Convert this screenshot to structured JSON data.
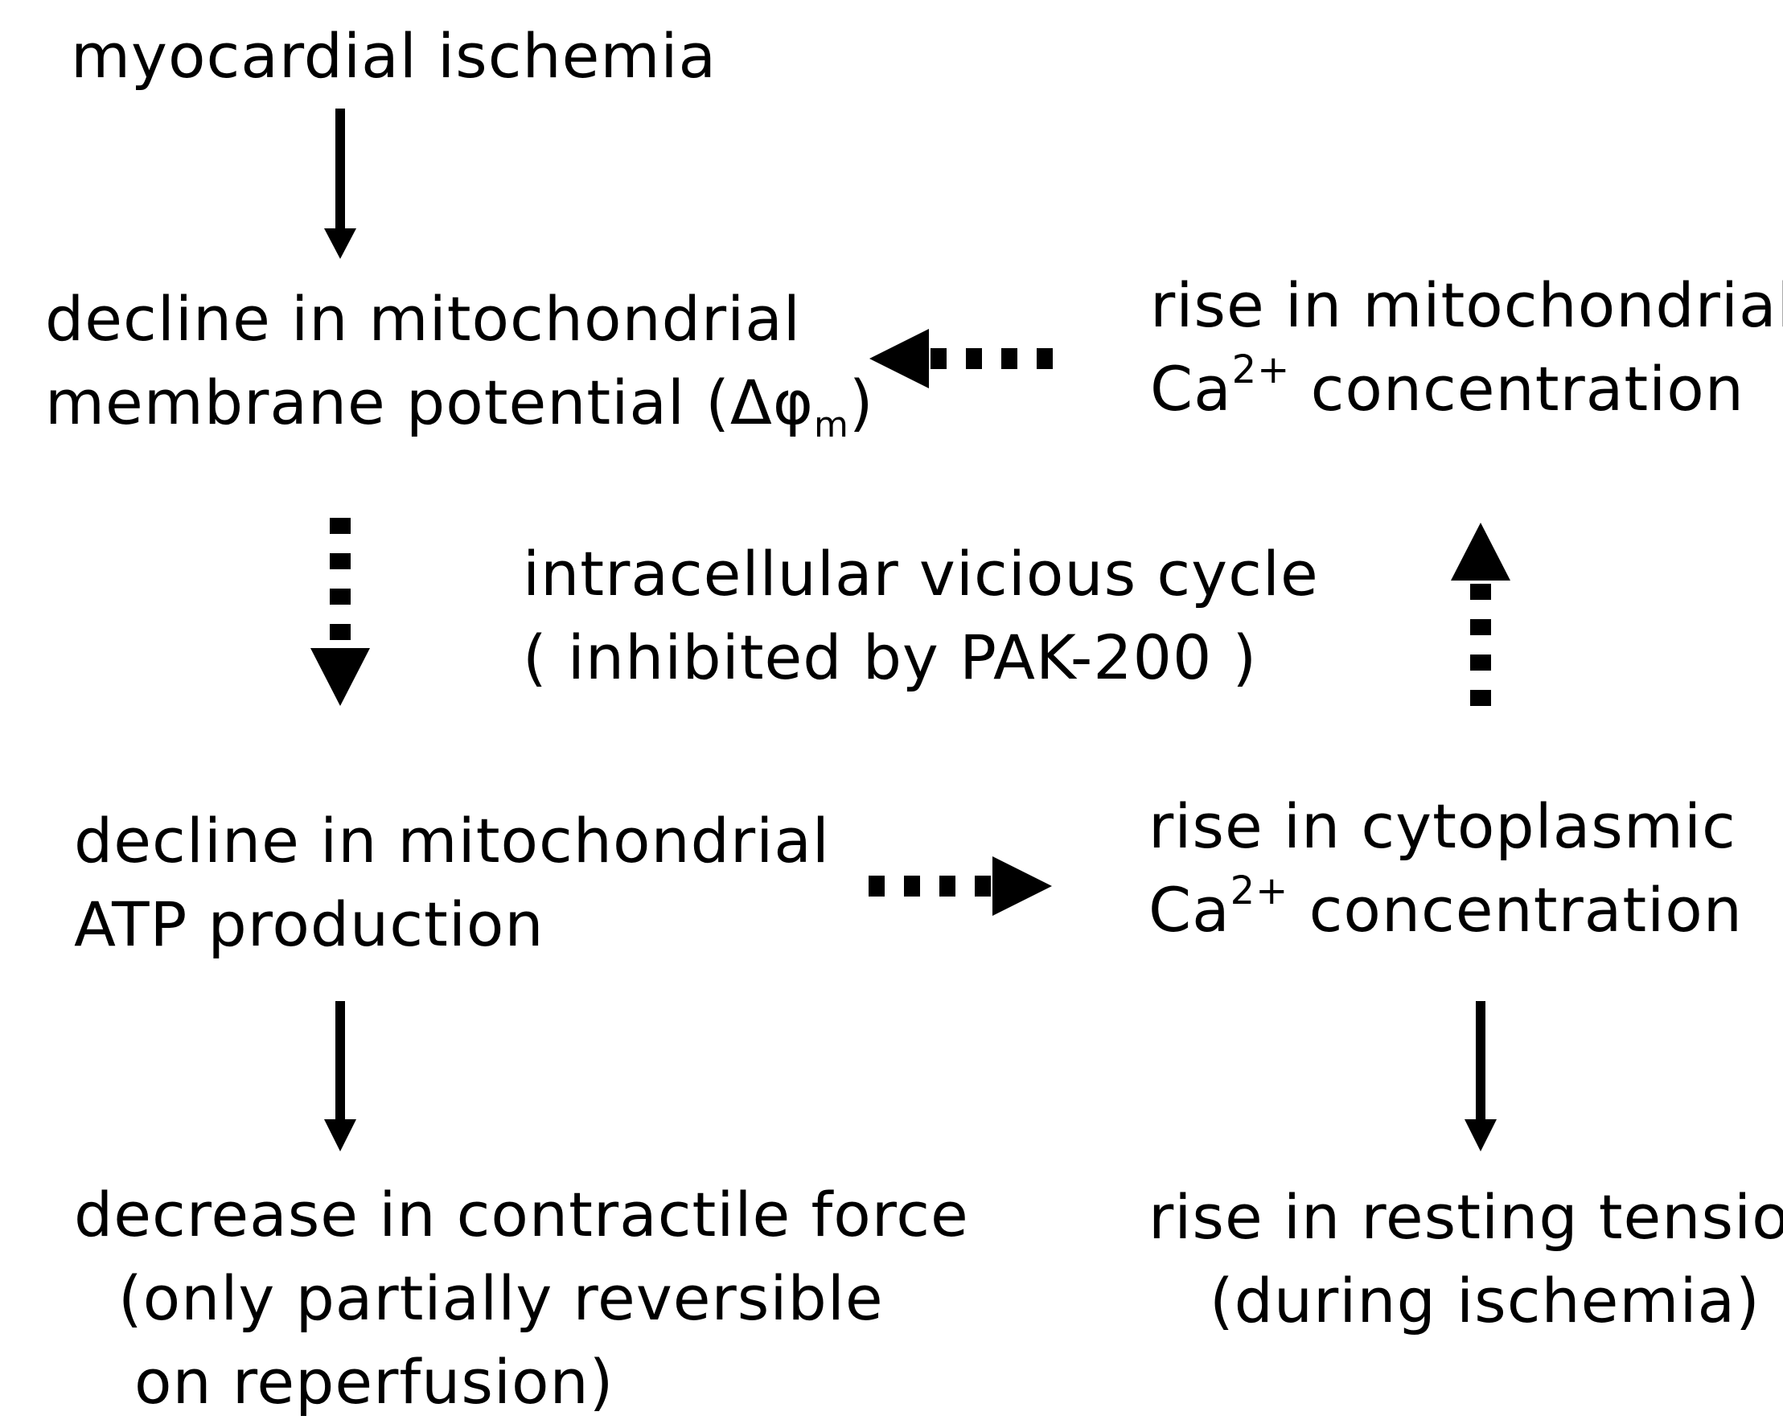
{
  "nodes": {
    "ischemia": {
      "line1": "myocardial ischemia"
    },
    "potential": {
      "line1": "decline in mitochondrial",
      "line2_text": "membrane potential (",
      "delta_symbol": "Δφ",
      "delta_subscript": "m",
      "line2_close": ")"
    },
    "mito_ca": {
      "line1": "rise in mitochondrial",
      "ca": "Ca",
      "ca_sup": "2+",
      "line2_rest": " concentration"
    },
    "cycle": {
      "line1": "intracellular vicious cycle",
      "line2": "( inhibited by PAK-200 )"
    },
    "atp": {
      "line1": "decline in mitochondrial",
      "line2": "ATP production"
    },
    "cyto_ca": {
      "line1": "rise in cytoplasmic",
      "ca": "Ca",
      "ca_sup": "2+",
      "line2_rest": " concentration"
    },
    "contractile": {
      "line1": "decrease in contractile force",
      "line2": "(only partially reversible",
      "line3": "on reperfusion)"
    },
    "tension": {
      "line1": "rise in resting tension",
      "line2": "(during ischemia)"
    }
  },
  "colors": {
    "text": "#000000",
    "arrow": "#000000",
    "background": "#ffffff"
  },
  "edges": [
    {
      "from": "ischemia",
      "to": "potential",
      "style": "solid"
    },
    {
      "from": "potential",
      "to": "atp",
      "style": "dashed"
    },
    {
      "from": "atp",
      "to": "cyto_ca",
      "style": "dashed"
    },
    {
      "from": "cyto_ca",
      "to": "mito_ca",
      "style": "dashed"
    },
    {
      "from": "mito_ca",
      "to": "potential",
      "style": "dashed"
    },
    {
      "from": "atp",
      "to": "contractile",
      "style": "solid"
    },
    {
      "from": "cyto_ca",
      "to": "tension",
      "style": "solid"
    }
  ]
}
